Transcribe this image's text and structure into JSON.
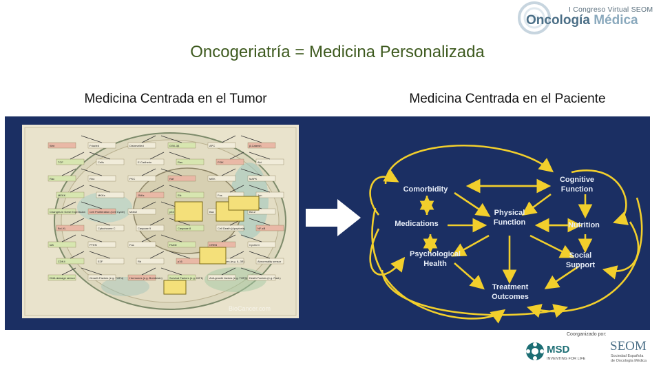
{
  "header": {
    "congress": "I Congreso Virtual SEOM",
    "brand_part1": "ncología",
    "brand_part2": "Médica",
    "brand_initial": "O"
  },
  "slide": {
    "title": "Oncogeriatría = Medicina Personalizada",
    "left_heading": "Medicina Centrada en el Tumor",
    "right_heading": "Medicina Centrada en el Paciente"
  },
  "tumor_diagram": {
    "labels": [
      "Wnt",
      "Frizzled",
      "Dishevelled",
      "GSK-3β",
      "APC",
      "β-Catenin",
      "TCF",
      "Cells",
      "E-Cadherin",
      "Ras",
      "PI3K",
      "Akt",
      "Rac",
      "Rho",
      "PKC",
      "Raf",
      "MEK",
      "MAPK",
      "MEKK",
      "MKKs",
      "JNKs",
      "Elk",
      "Fos",
      "Jun",
      "Changes in Gene Expression",
      "Cell Proliferation (Cell Cycle)",
      "Mdm2",
      "p53",
      "Bax",
      "Bcl-2",
      "Bcl-XL",
      "Cytochrome C",
      "Caspase 9",
      "Caspase 8",
      "Cell Death (Apoptosis)",
      "NF-κB",
      "IκB",
      "PTEN",
      "Fas",
      "FADD",
      "CREB",
      "Cyclin D",
      "CDK4",
      "E2F",
      "Rb",
      "p16",
      "Cytokines (e.g. IL-3R)",
      "Abnormality sensor",
      "DNA damage sensor",
      "Growth Factors (e.g. TGFα)",
      "Hormones (e.g. Bombesin)",
      "Survival Factors (e.g. IGF1)",
      "Anti-growth factors (e.g. TGFβ)",
      "Death Factors (e.g. FasL)"
    ],
    "watermark": "BioCancer.com"
  },
  "patient_diagram": {
    "nodes": [
      {
        "id": "comorbidity",
        "lines": [
          "Comorbidity"
        ]
      },
      {
        "id": "cognitive",
        "lines": [
          "Cognitive",
          "Function"
        ]
      },
      {
        "id": "medications",
        "lines": [
          "Medications"
        ]
      },
      {
        "id": "physical",
        "lines": [
          "Physical",
          "Function"
        ]
      },
      {
        "id": "nutrition",
        "lines": [
          "Nutrition"
        ]
      },
      {
        "id": "psych",
        "lines": [
          "Psychological",
          "Health"
        ]
      },
      {
        "id": "social",
        "lines": [
          "Social",
          "Support"
        ]
      },
      {
        "id": "treatment",
        "lines": [
          "Treatment",
          "Outcomes"
        ]
      }
    ],
    "colors": {
      "background": "#1b2f63",
      "arrow": "#f2cf2c",
      "text": "#e6ecf7"
    }
  },
  "footer": {
    "coorganized": "Coorganizado por:",
    "msd_name": "MSD",
    "msd_tagline": "INVENTING FOR LIFE",
    "seom_name": "SEOM",
    "seom_sub1": "Sociedad Española",
    "seom_sub2": "de Oncología Médica"
  },
  "colors": {
    "title": "#3e5a1f",
    "brand_dark": "#4a6e86",
    "brand_light": "#8aa9bd",
    "msd_teal": "#1c6e74"
  }
}
